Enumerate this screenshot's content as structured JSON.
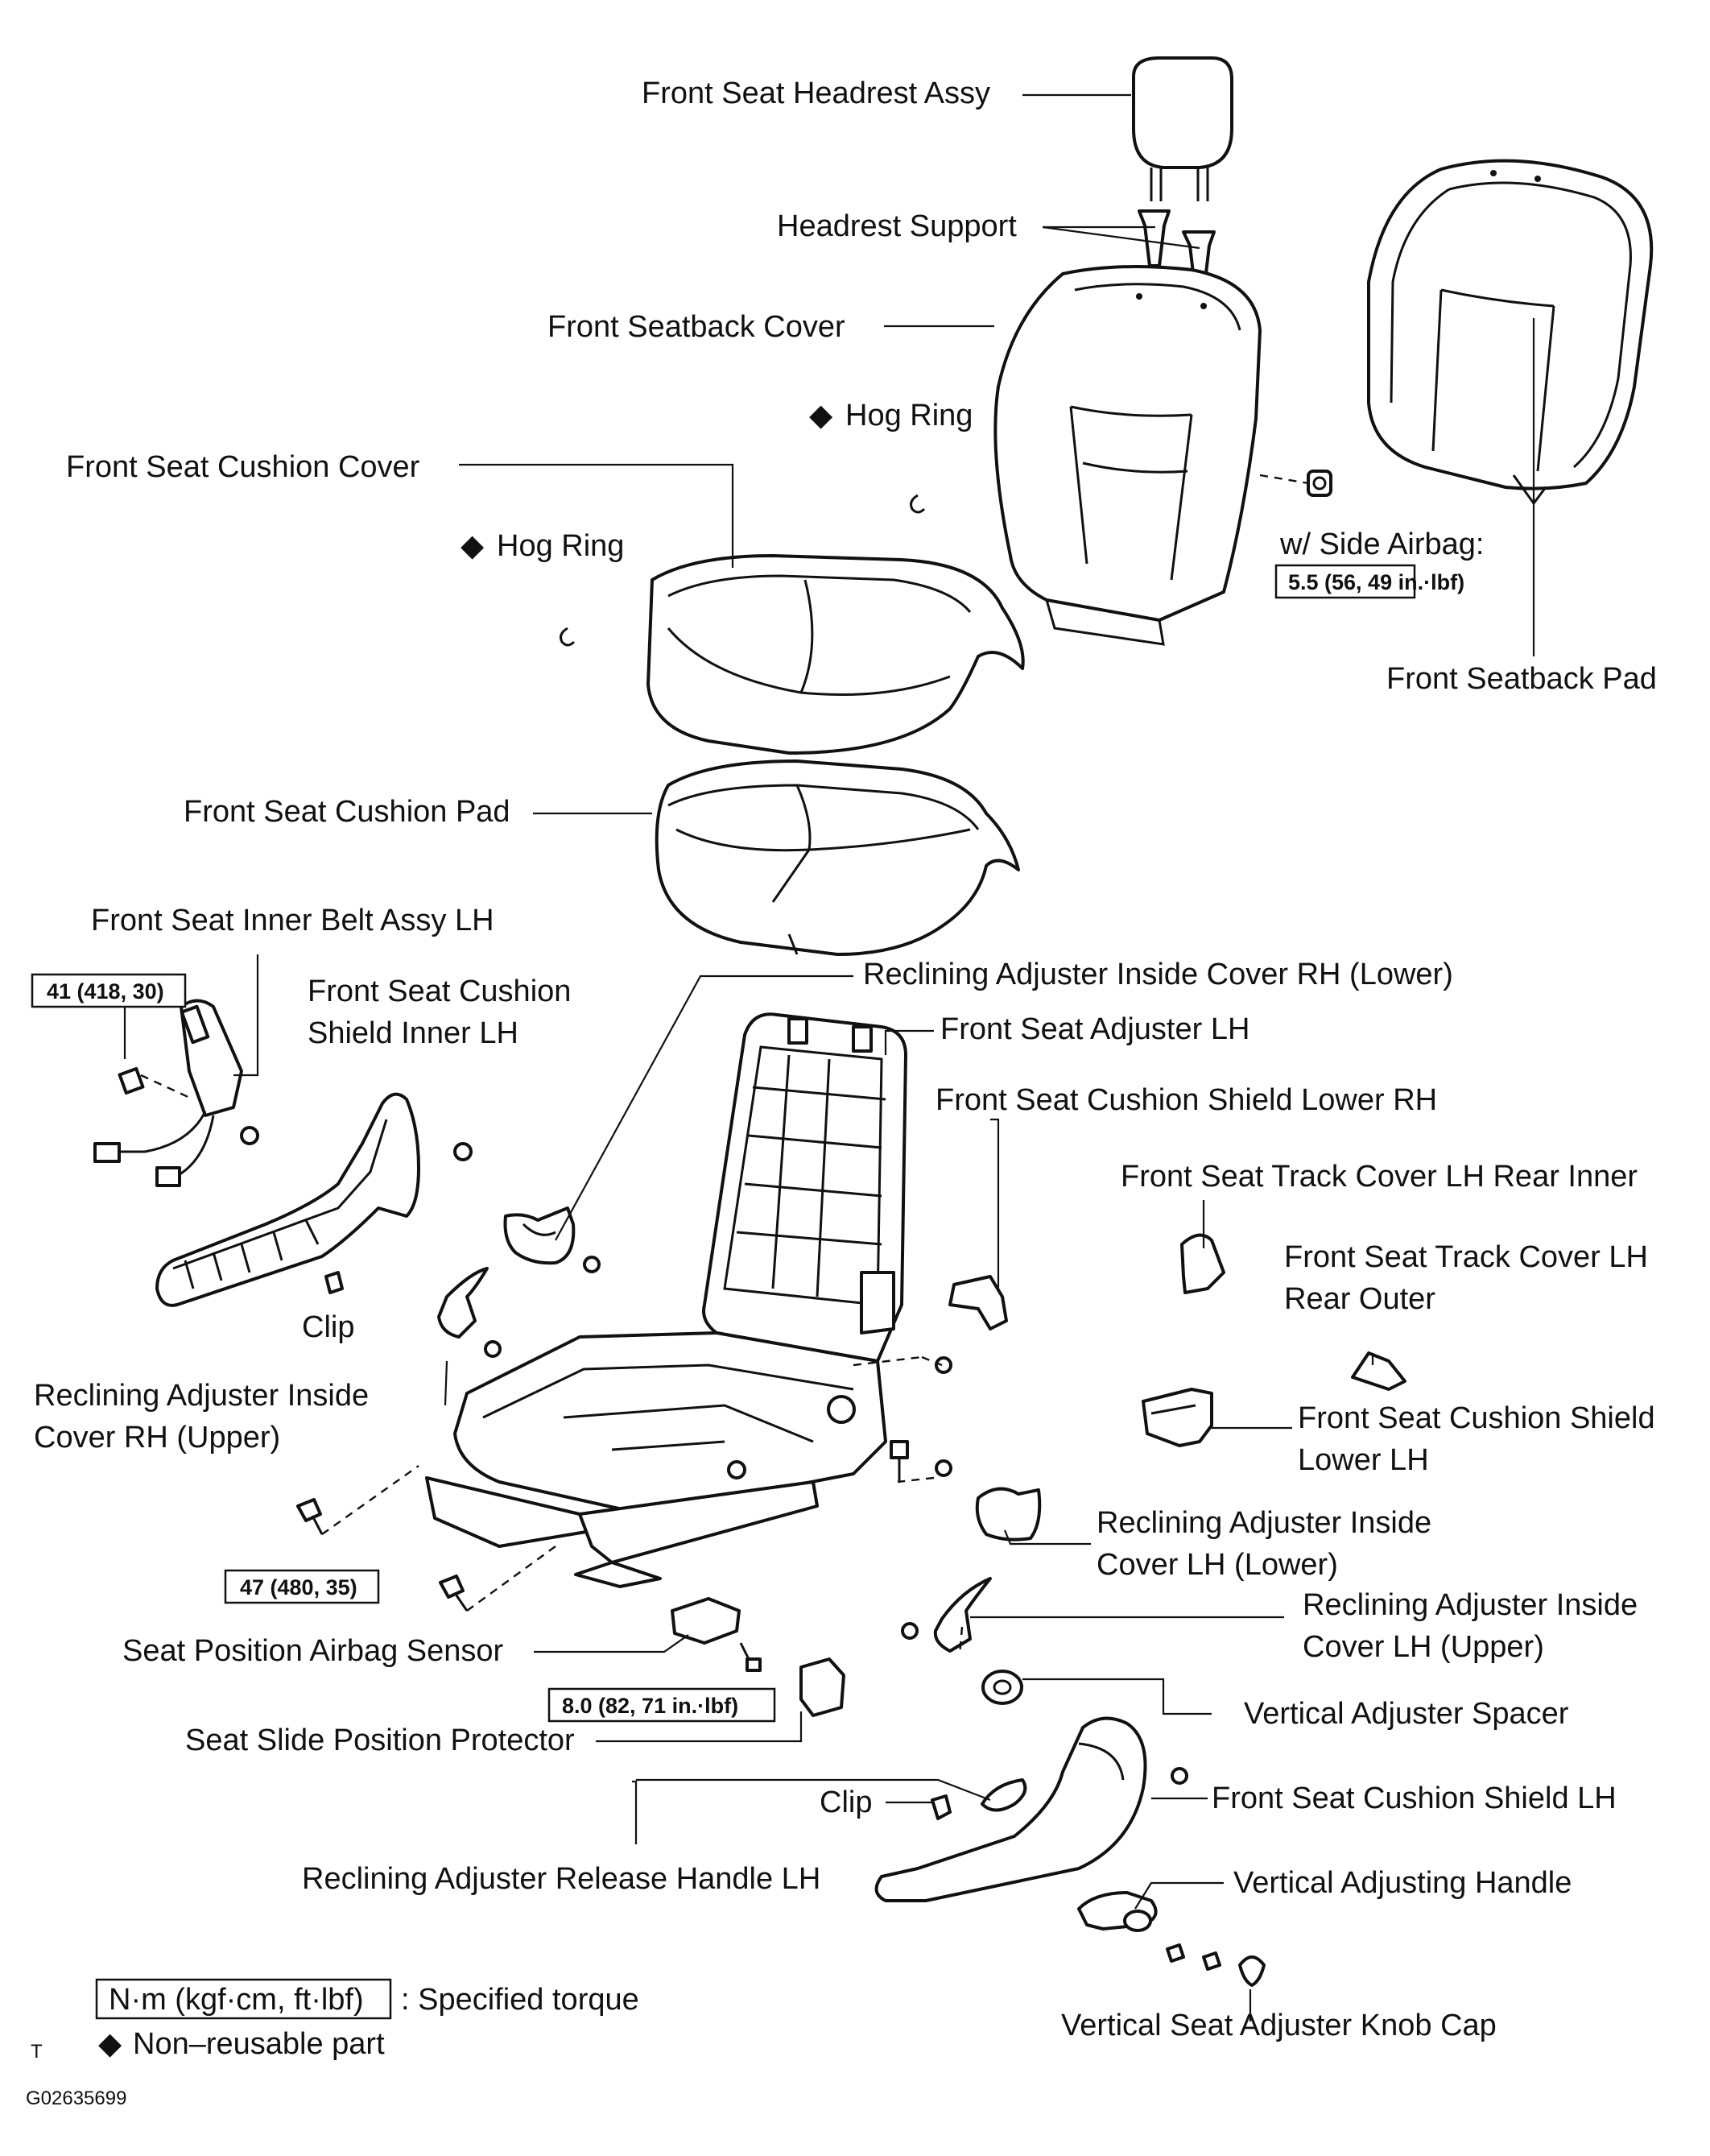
{
  "labels": {
    "headrest": "Front Seat Headrest Assy",
    "headrest_support": "Headrest Support",
    "seatback_cover": "Front Seatback Cover",
    "hog_ring_upper": "Hog Ring",
    "cushion_cover": "Front Seat Cushion Cover",
    "hog_ring_lower": "Hog Ring",
    "side_airbag": "w/ Side Airbag:",
    "seatback_pad": "Front Seatback Pad",
    "cushion_pad": "Front Seat Cushion Pad",
    "inner_belt": "Front Seat Inner Belt Assy LH",
    "cushion_shield_inner_1": "Front Seat Cushion",
    "cushion_shield_inner_2": "Shield Inner LH",
    "recl_inside_rh_lower": "Reclining Adjuster Inside Cover RH (Lower)",
    "seat_adjuster_lh": "Front Seat Adjuster LH",
    "shield_lower_rh": "Front Seat Cushion Shield Lower RH",
    "track_cover_rear_inner": "Front Seat Track Cover LH Rear Inner",
    "track_cover_rear_outer_1": "Front Seat Track Cover LH",
    "track_cover_rear_outer_2": "Rear Outer",
    "clip_left": "Clip",
    "recl_inside_rh_upper_1": "Reclining Adjuster Inside",
    "recl_inside_rh_upper_2": "Cover RH (Upper)",
    "shield_lower_lh_1": "Front Seat Cushion Shield",
    "shield_lower_lh_2": "Lower LH",
    "recl_inside_lh_lower_1": "Reclining Adjuster Inside",
    "recl_inside_lh_lower_2": "Cover LH (Lower)",
    "recl_inside_lh_upper_1": "Reclining Adjuster Inside",
    "recl_inside_lh_upper_2": "Cover LH (Upper)",
    "airbag_sensor": "Seat Position Airbag Sensor",
    "vertical_spacer": "Vertical Adjuster Spacer",
    "slide_protector": "Seat Slide Position Protector",
    "clip_bottom": "Clip",
    "cushion_shield_lh": "Front Seat Cushion Shield LH",
    "release_handle": "Reclining Adjuster Release Handle LH",
    "vertical_handle": "Vertical Adjusting Handle",
    "knob_cap": "Vertical Seat Adjuster Knob Cap"
  },
  "torques": {
    "airbag": "5.5 (56, 49 in.·lbf)",
    "belt": "41 (418, 30)",
    "frame": "47 (480, 35)",
    "sensor": "8.0 (82, 71 in.·lbf)"
  },
  "legend": {
    "unit_box": "N·m (kgf·cm, ft·lbf)",
    "unit_desc": ": Specified torque",
    "nonreusable": "Non–reusable part",
    "diamond": "◆"
  },
  "footer": {
    "t_mark": "T",
    "figure_id": "G02635699"
  }
}
